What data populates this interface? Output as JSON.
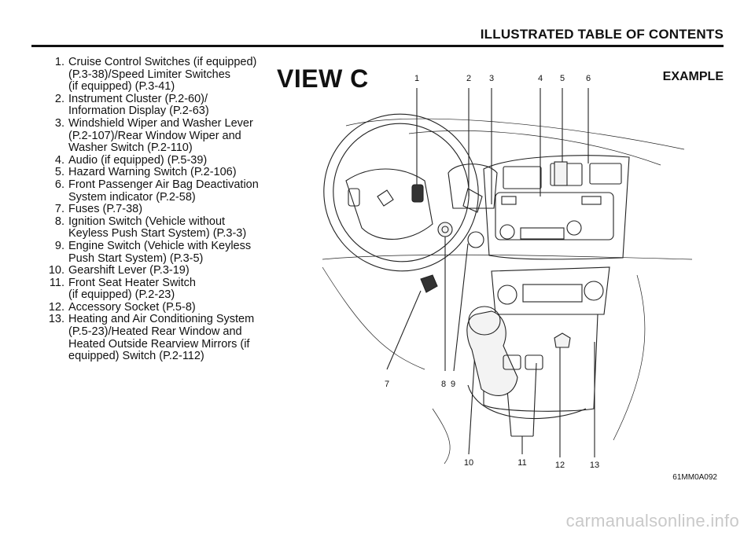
{
  "header": {
    "title": "ILLUSTRATED TABLE OF CONTENTS"
  },
  "view": {
    "title": "VIEW C",
    "example": "EXAMPLE",
    "figure_code": "61MM0A092"
  },
  "items": [
    {
      "num": "1.",
      "text": "Cruise Control Switches (if equipped)\n(P.3-38)/Speed Limiter Switches\n(if equipped) (P.3-41)"
    },
    {
      "num": "2.",
      "text": "Instrument Cluster (P.2-60)/\nInformation Display (P.2-63)"
    },
    {
      "num": "3.",
      "text": "Windshield Wiper and Washer Lever\n(P.2-107)/Rear Window Wiper and\nWasher Switch (P.2-110)"
    },
    {
      "num": "4.",
      "text": "Audio (if equipped) (P.5-39)"
    },
    {
      "num": "5.",
      "text": "Hazard Warning Switch (P.2-106)"
    },
    {
      "num": "6.",
      "text": "Front Passenger Air Bag Deactivation\nSystem indicator (P.2-58)"
    },
    {
      "num": "7.",
      "text": "Fuses (P.7-38)"
    },
    {
      "num": "8.",
      "text": "Ignition Switch (Vehicle without\nKeyless Push Start System) (P.3-3)"
    },
    {
      "num": "9.",
      "text": "Engine Switch (Vehicle with Keyless\nPush Start System) (P.3-5)"
    },
    {
      "num": "10.",
      "text": "Gearshift Lever (P.3-19)"
    },
    {
      "num": "11.",
      "text": "Front Seat Heater Switch\n(if equipped) (P.2-23)"
    },
    {
      "num": "12.",
      "text": "Accessory Socket (P.5-8)"
    },
    {
      "num": "13.",
      "text": "Heating and Air Conditioning System\n(P.5-23)/Heated Rear Window and\nHeated Outside Rearview Mirrors (if\nequipped) Switch (P.2-112)"
    }
  ],
  "callouts": {
    "c1": "1",
    "c2": "2",
    "c3": "3",
    "c4": "4",
    "c5": "5",
    "c6": "6",
    "c7": "7",
    "c8": "8",
    "c9": "9",
    "c10": "10",
    "c11": "11",
    "c12": "12",
    "c13": "13"
  },
  "watermark": "carmanualsonline.info"
}
